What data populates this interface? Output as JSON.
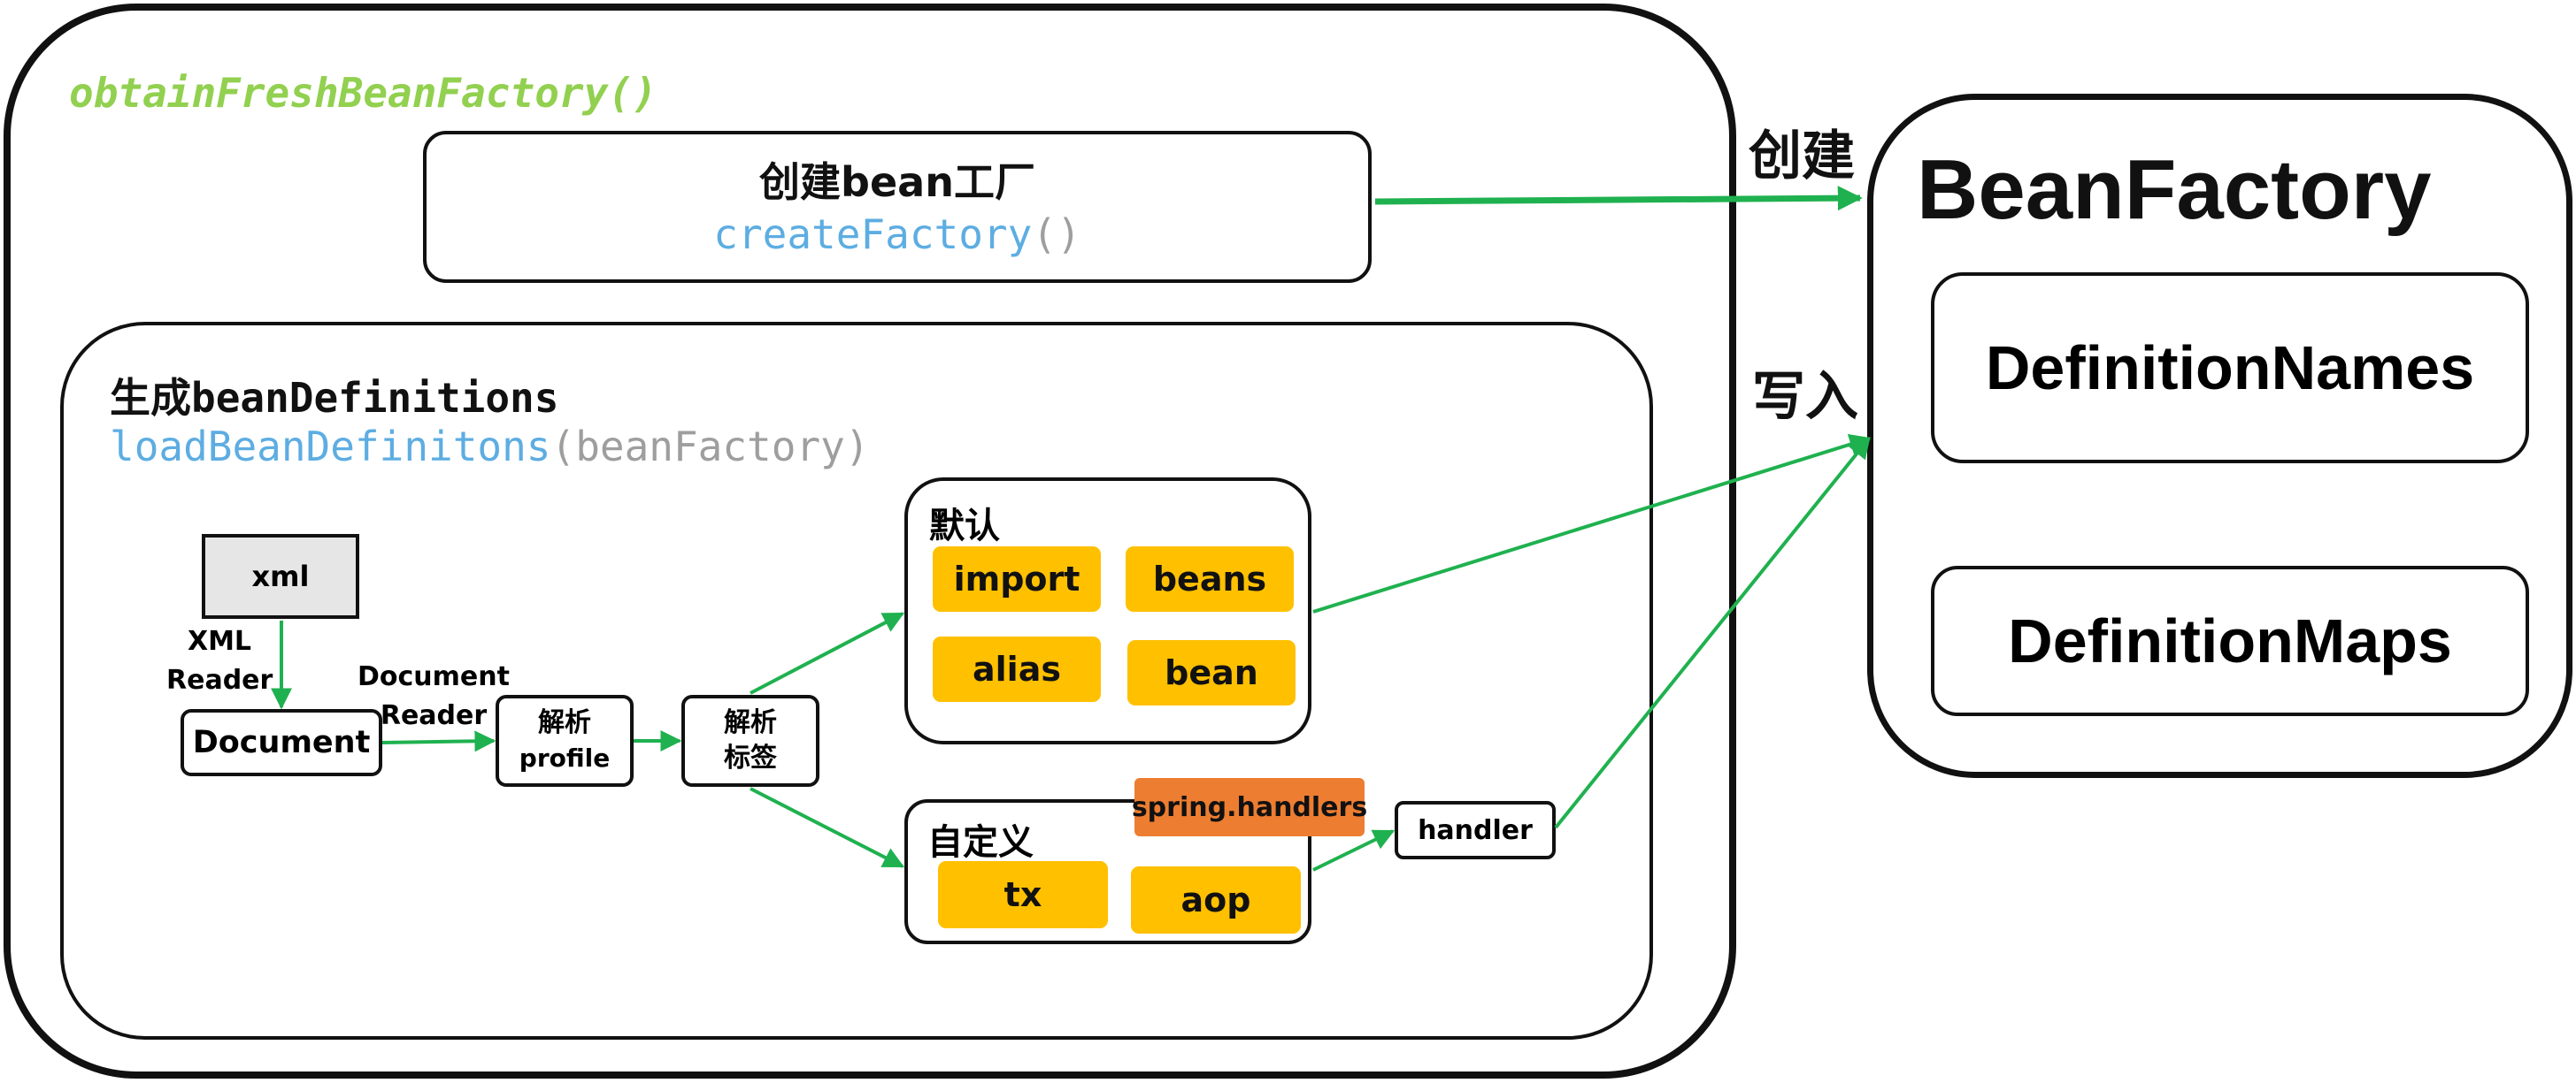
{
  "colors": {
    "green": "#1FB14F",
    "accent_green_text": "#92D050",
    "code_blue": "#5DADE2",
    "code_gray": "#9E9E9E",
    "chip_yellow": "#FFC000",
    "chip_orange": "#ED7D31",
    "xml_fill": "#E6E6E6"
  },
  "outer": {
    "title": "obtainFreshBeanFactory()"
  },
  "create_box": {
    "title": "创建bean工厂",
    "code_name": "createFactory",
    "code_parens": "()"
  },
  "load_box": {
    "title_cn": "生成",
    "title_code": "beanDefinitions",
    "code_name": "loadBeanDefinitons",
    "code_args": "(beanFactory)"
  },
  "flow": {
    "xml": "xml",
    "xml_reader_line1": "XML",
    "xml_reader_line2": "Reader",
    "document": "Document",
    "doc_reader_line1": "Document",
    "doc_reader_line2": "Reader",
    "parse_profile_line1": "解析",
    "parse_profile_line2": "profile",
    "parse_tags_line1": "解析",
    "parse_tags_line2": "标签",
    "handler": "handler"
  },
  "default_group": {
    "title": "默认",
    "tags": [
      "import",
      "beans",
      "alias",
      "bean"
    ]
  },
  "custom_group": {
    "title": "自定义",
    "badge": "spring.handlers",
    "tags": [
      "tx",
      "aop"
    ]
  },
  "labels": {
    "create": "创建",
    "write": "写入"
  },
  "bean_factory": {
    "title": "BeanFactory",
    "items": [
      "DefinitionNames",
      "DefinitionMaps"
    ]
  }
}
